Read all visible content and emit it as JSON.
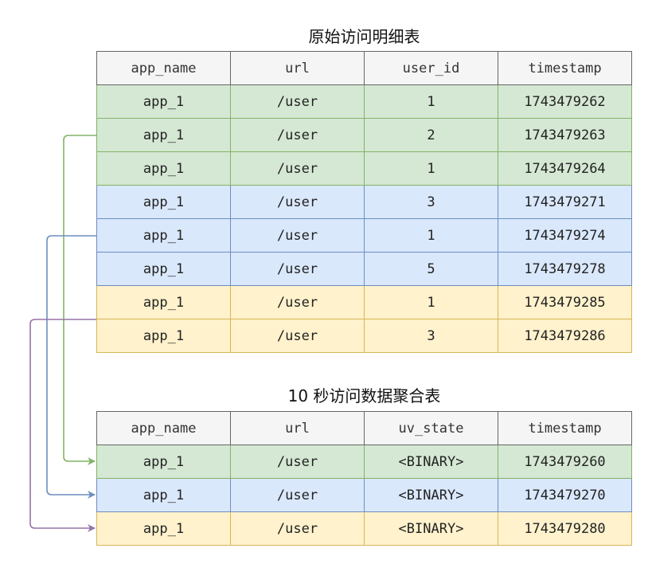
{
  "colors": {
    "header_fill": "#f5f5f5",
    "green_fill": "#d5e8d4",
    "green_stroke": "#82b366",
    "blue_fill": "#dae8fc",
    "blue_stroke": "#6c8ebf",
    "yellow_fill": "#fff2cc",
    "yellow_stroke": "#d6b656",
    "purple_arrow": "#9673a6"
  },
  "raw_table": {
    "title": "原始访问明细表",
    "headers": [
      "app_name",
      "url",
      "user_id",
      "timestamp"
    ],
    "rows": [
      {
        "group": "green",
        "cells": [
          "app_1",
          "/user",
          "1",
          "1743479262"
        ]
      },
      {
        "group": "green",
        "cells": [
          "app_1",
          "/user",
          "2",
          "1743479263"
        ]
      },
      {
        "group": "green",
        "cells": [
          "app_1",
          "/user",
          "1",
          "1743479264"
        ]
      },
      {
        "group": "blue",
        "cells": [
          "app_1",
          "/user",
          "3",
          "1743479271"
        ]
      },
      {
        "group": "blue",
        "cells": [
          "app_1",
          "/user",
          "1",
          "1743479274"
        ]
      },
      {
        "group": "blue",
        "cells": [
          "app_1",
          "/user",
          "5",
          "1743479278"
        ]
      },
      {
        "group": "yellow",
        "cells": [
          "app_1",
          "/user",
          "1",
          "1743479285"
        ]
      },
      {
        "group": "yellow",
        "cells": [
          "app_1",
          "/user",
          "3",
          "1743479286"
        ]
      }
    ]
  },
  "agg_table": {
    "title": "10 秒访问数据聚合表",
    "headers": [
      "app_name",
      "url",
      "uv_state",
      "timestamp"
    ],
    "rows": [
      {
        "group": "green",
        "cells": [
          "app_1",
          "/user",
          "<BINARY>",
          "1743479260"
        ]
      },
      {
        "group": "blue",
        "cells": [
          "app_1",
          "/user",
          "<BINARY>",
          "1743479270"
        ]
      },
      {
        "group": "yellow",
        "cells": [
          "app_1",
          "/user",
          "<BINARY>",
          "1743479280"
        ]
      }
    ]
  }
}
